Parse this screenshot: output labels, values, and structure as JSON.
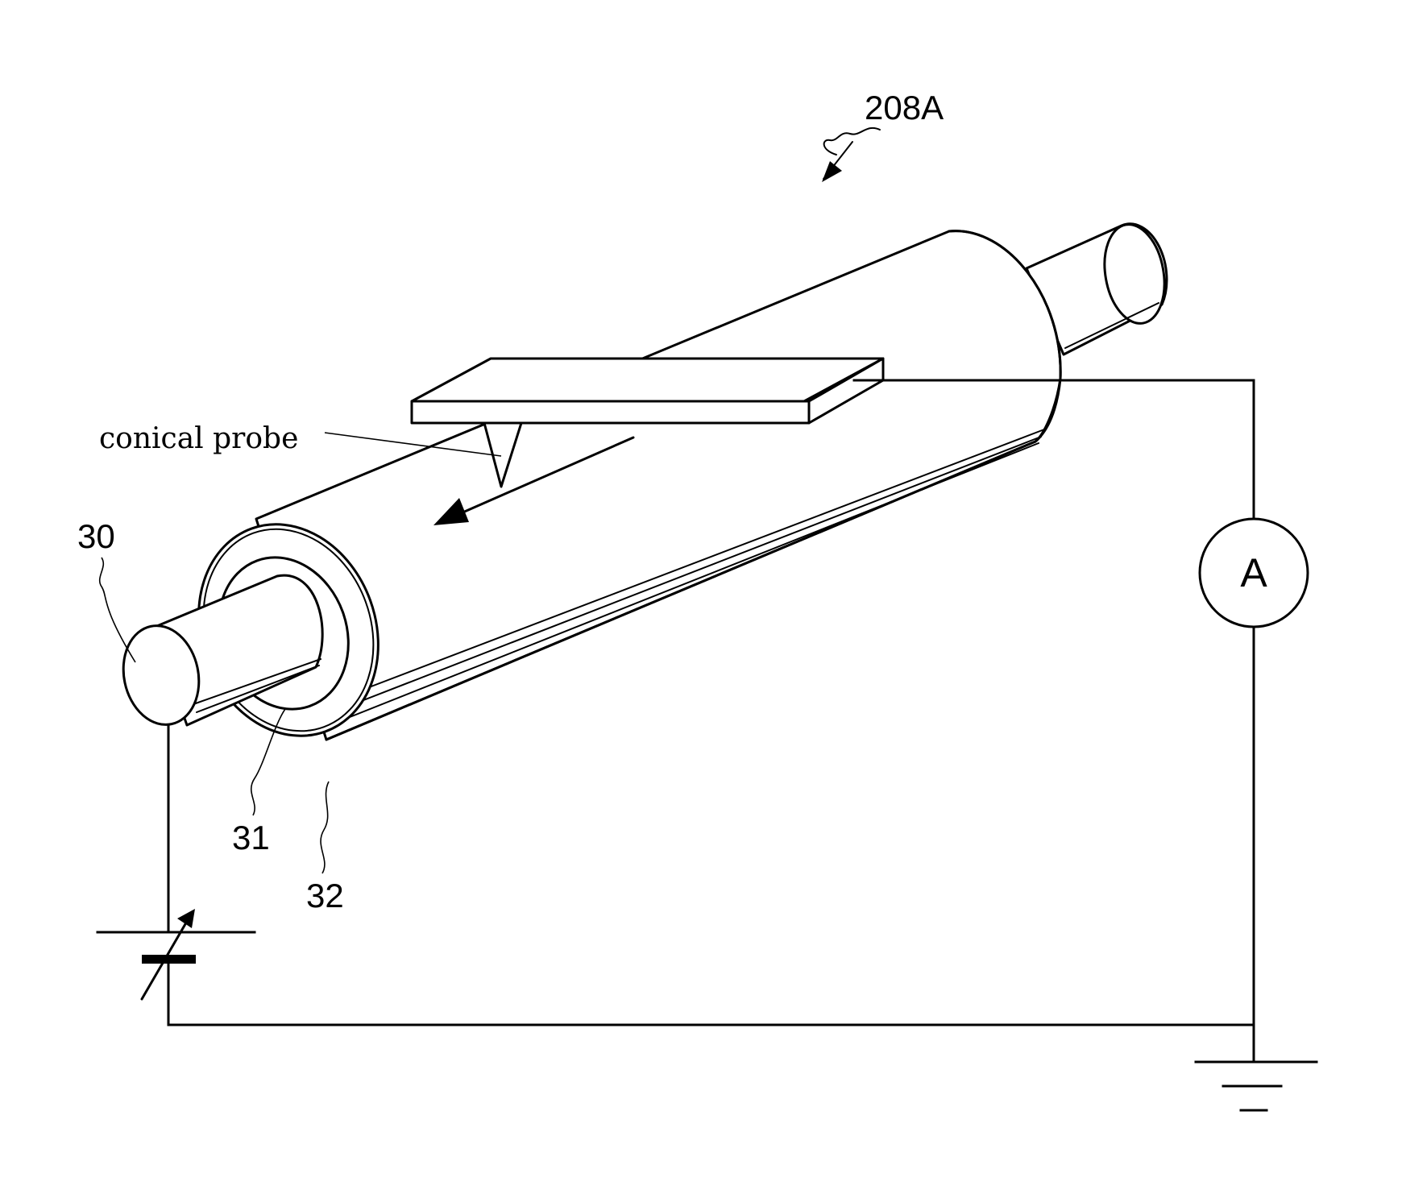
{
  "figure_label": "208A",
  "probe_caption": "conical probe",
  "ammeter_symbol": "A",
  "reference_labels": {
    "shaft": "30",
    "elastic_layer": "31",
    "surface_layer": "32"
  }
}
